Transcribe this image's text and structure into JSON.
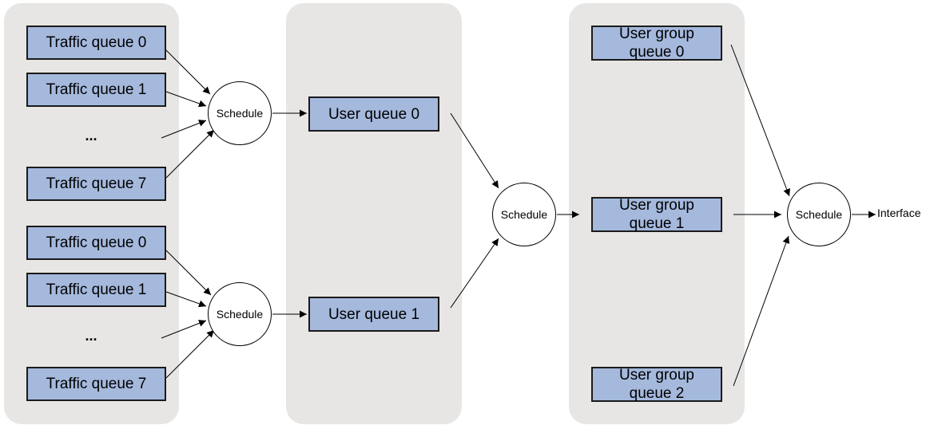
{
  "groups": {
    "traffic_group_1": {
      "queues": [
        "Traffic queue 0",
        "Traffic queue 1",
        "Traffic queue 7"
      ],
      "ellipsis": "..."
    },
    "traffic_group_2": {
      "queues": [
        "Traffic queue 0",
        "Traffic queue 1",
        "Traffic queue 7"
      ],
      "ellipsis": "..."
    }
  },
  "user_queues": [
    "User queue 0",
    "User queue 1"
  ],
  "user_group_queues": [
    {
      "line1": "User group",
      "line2": "queue 0"
    },
    {
      "line1": "User group",
      "line2": "queue 1"
    },
    {
      "line1": "User group",
      "line2": "queue 2"
    }
  ],
  "schedulers": {
    "s1": "Schedule",
    "s2": "Schedule",
    "s3": "Schedule",
    "s4": "Schedule"
  },
  "output": "Interface"
}
